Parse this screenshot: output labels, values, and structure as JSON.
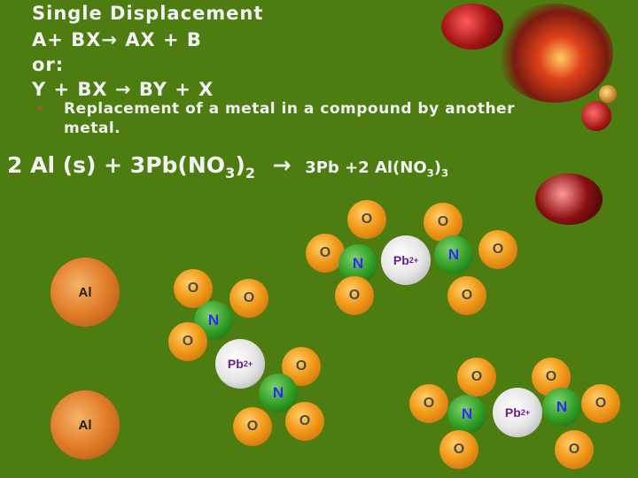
{
  "title_lines": [
    "Single Displacement",
    "A+ BX→ AX + B",
    "or:",
    "Y + BX → BY + X"
  ],
  "bullet": "Replacement of a metal in a compound by another metal.",
  "equation": {
    "left_pre": "2 Al (s) + 3Pb(NO",
    "left_sub1": "3",
    "left_mid": ")",
    "left_sub2": "2",
    "arrow": "→",
    "right_pre": "3Pb +2 Al(NO",
    "right_sub1": "3",
    "right_mid": ")",
    "right_sub2": "3"
  },
  "atoms": {
    "oxygen": "O",
    "nitrogen": "N",
    "lead": "Pb",
    "lead_charge": "2+",
    "aluminum": "Al"
  },
  "colors": {
    "background": "#4d7c10",
    "oxygen": "#f29a1a",
    "nitrogen": "#2f9a22",
    "lead": "#e6e6e6",
    "aluminum": "#e07c28",
    "text": "#f2f2f2"
  }
}
